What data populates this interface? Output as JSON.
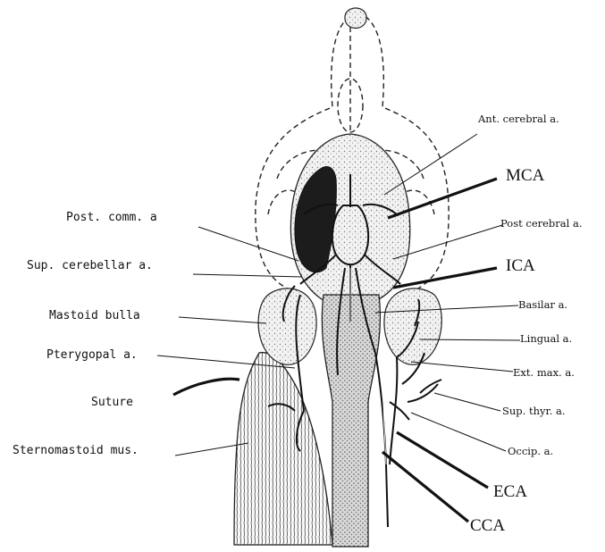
{
  "labels": {
    "post_comm": "Post. comm. a",
    "sup_cerebellar": "Sup. cerebellar a.",
    "mastoid_bulla": "Mastoid bulla",
    "pterygopal": "Pterygopal a.",
    "suture": "Suture",
    "sternomastoid": "Sternomastoid mus.",
    "ant_cerebral": "Ant. cerebral a.",
    "mca": "MCA",
    "post_cerebral": "Post cerebral a.",
    "ica": "ICA",
    "basilar": "Basilar a.",
    "lingual": "Lingual a.",
    "ext_max": "Ext. max. a.",
    "sup_thyr": "Sup. thyr. a.",
    "occip": "Occip. a.",
    "eca": "ECA",
    "cca": "CCA"
  }
}
